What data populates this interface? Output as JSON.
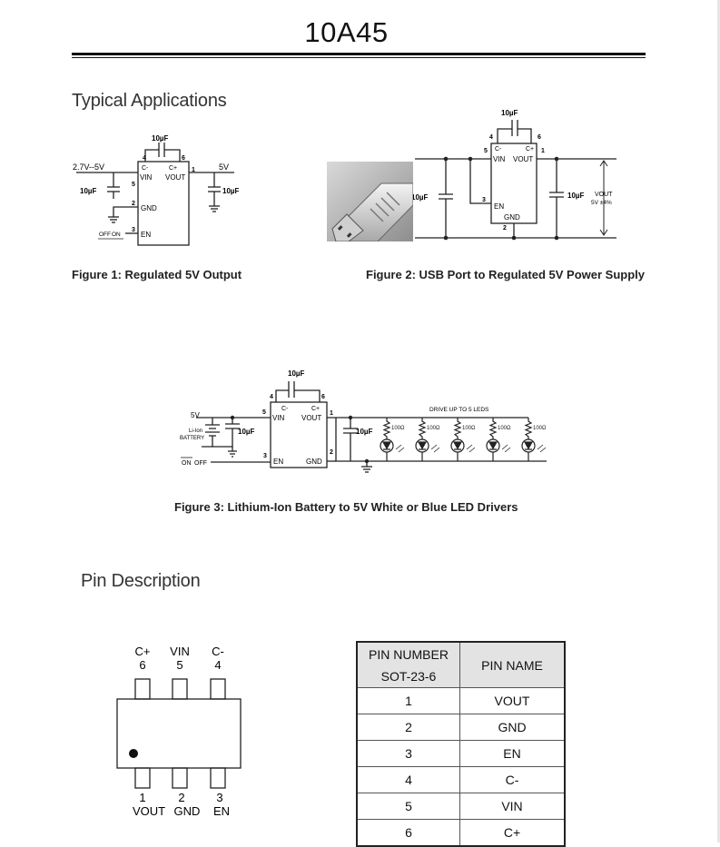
{
  "header": {
    "title": "10A45"
  },
  "sections": {
    "typical_applications": "Typical Applications",
    "pin_description": "Pin Description"
  },
  "figure1": {
    "caption": "Figure 1: Regulated 5V Output",
    "cap_top": "10µF",
    "vin_range": "2.7V--5V",
    "vout": "5V",
    "cap_in": "10µF",
    "cap_out": "10µF",
    "pin4": "4",
    "pin6": "6",
    "pin5": "5",
    "pin1": "1",
    "pin2": "2",
    "pin3": "3",
    "cminus": "C-",
    "cplus": "C+",
    "vin": "VIN",
    "vout_pin": "VOUT",
    "gnd": "GND",
    "en": "EN",
    "off_label": "OFF",
    "on_label": "ON"
  },
  "figure2": {
    "caption": "Figure 2: USB Port to Regulated 5V Power Supply",
    "cap_top": "10µF",
    "cap_in": "10µF",
    "cap_out": "10µF",
    "vout_label": "VOUT",
    "vout_spec": "5V ±4%",
    "pin4": "4",
    "pin6": "6",
    "pin5": "5",
    "pin1": "1",
    "pin3": "3",
    "pin2": "2",
    "cminus": "C-",
    "cplus": "C+",
    "vin": "VIN",
    "vout_pin": "VOUT",
    "en": "EN",
    "gnd": "GND"
  },
  "figure3": {
    "caption": "Figure 3: Lithium-Ion Battery to 5V White or Blue LED Drivers",
    "cap_top": "10µF",
    "cap_batt": "10µF",
    "cap_out": "10µF",
    "vin_label": "5V",
    "battery_line1": "Li-Ion",
    "battery_line2": "BATTERY",
    "on_label": "ON",
    "off_label": "OFF",
    "drive_label": "DRIVE UP TO 5 LEDS",
    "resistors": [
      "100Ω",
      "100Ω",
      "100Ω",
      "100Ω",
      "100Ω"
    ],
    "pin4": "4",
    "pin6": "6",
    "pin5": "5",
    "pin1": "1",
    "pin3": "3",
    "pin2": "2",
    "cminus": "C-",
    "cplus": "C+",
    "vin": "VIN",
    "vout_pin": "VOUT",
    "en": "EN",
    "gnd": "GND"
  },
  "package": {
    "top_pins": [
      {
        "name": "C+",
        "number": "6"
      },
      {
        "name": "VIN",
        "number": "5"
      },
      {
        "name": "C-",
        "number": "4"
      }
    ],
    "bottom_pins": [
      {
        "number": "1",
        "name": "VOUT"
      },
      {
        "number": "2",
        "name": "GND"
      },
      {
        "number": "3",
        "name": "EN"
      }
    ]
  },
  "pin_table": {
    "header_col1_line1": "PIN NUMBER",
    "header_col1_line2": "SOT-23-6",
    "header_col2": "PIN NAME",
    "rows": [
      {
        "number": "1",
        "name": "VOUT"
      },
      {
        "number": "2",
        "name": "GND"
      },
      {
        "number": "3",
        "name": "EN"
      },
      {
        "number": "4",
        "name": "C-"
      },
      {
        "number": "5",
        "name": "VIN"
      },
      {
        "number": "6",
        "name": "C+"
      }
    ]
  }
}
